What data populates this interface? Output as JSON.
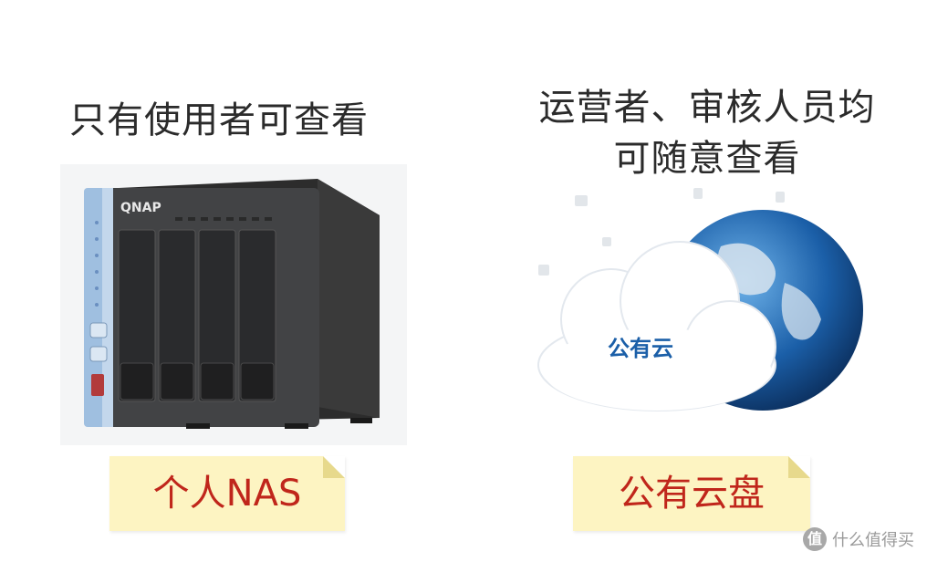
{
  "left": {
    "heading": "只有使用者可查看",
    "device_brand": "QNAP",
    "note": "个人NAS"
  },
  "right": {
    "heading_line1": "运营者、审核人员均",
    "heading_line2": "可随意查看",
    "cloud_label": "公有云",
    "note": "公有云盘"
  },
  "watermark": {
    "logo_text": "值",
    "text": "什么值得买"
  },
  "colors": {
    "note_bg": "#fdf4c2",
    "note_text": "#c0261b",
    "globe_blue": "#1b5fa8",
    "nas_accent": "#8fb7dd"
  }
}
